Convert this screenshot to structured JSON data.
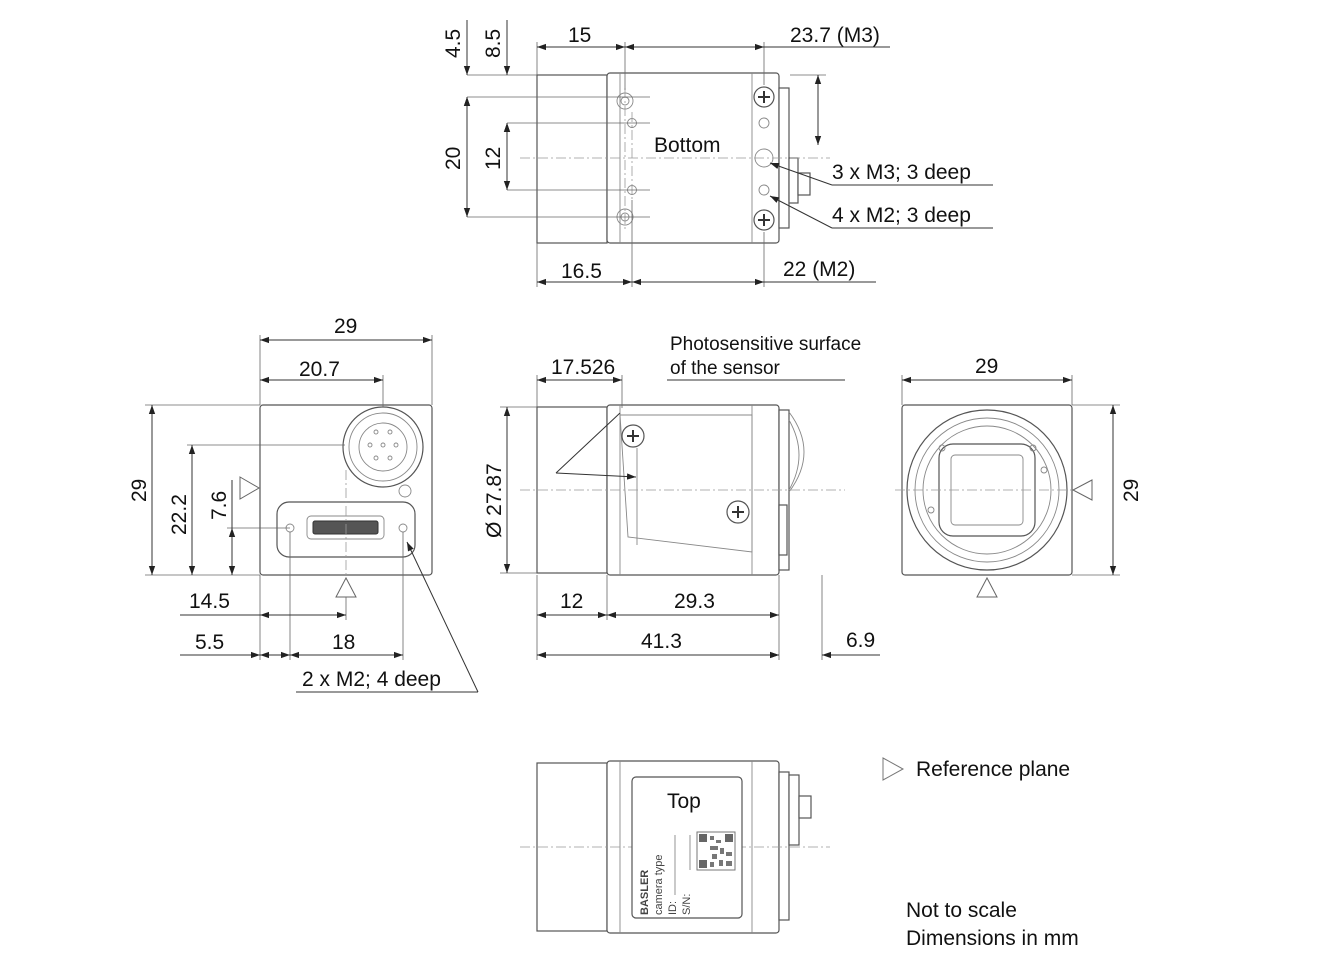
{
  "views": {
    "bottom": {
      "label": "Bottom",
      "dims": {
        "d_4_5": "4.5",
        "d_8_5": "8.5",
        "d_15": "15",
        "d_23_7": "23.7 (M3)",
        "d_20": "20",
        "d_12": "12",
        "d_16_5": "16.5",
        "d_22": "22 (M2)"
      },
      "callouts": {
        "m3": "3 x M3; 3 deep",
        "m2": "4 x M2; 3 deep"
      }
    },
    "back": {
      "dims": {
        "d_29_top": "29",
        "d_20_7": "20.7",
        "d_29_left": "29",
        "d_22_2": "22.2",
        "d_7_6": "7.6",
        "d_14_5": "14.5",
        "d_5_5": "5.5",
        "d_18": "18"
      },
      "callout": "2 x M2; 4 deep"
    },
    "side": {
      "sensor_note_1": "Photosensitive surface",
      "sensor_note_2": "of the sensor",
      "dims": {
        "d_17_526": "17.526",
        "d_dia": "Ø 27.87",
        "d_12": "12",
        "d_29_3": "29.3",
        "d_41_3": "41.3",
        "d_6_9": "6.9"
      }
    },
    "front": {
      "dims": {
        "d_29_top": "29",
        "d_29_right": "29"
      }
    },
    "top": {
      "label": "Top",
      "sticker": {
        "brand": "BASLER",
        "line1": "camera type",
        "line2": "ID:",
        "line3": "S/N:"
      }
    }
  },
  "legend": {
    "reference_plane": "Reference plane",
    "note1": "Not to scale",
    "note2": "Dimensions in mm"
  }
}
